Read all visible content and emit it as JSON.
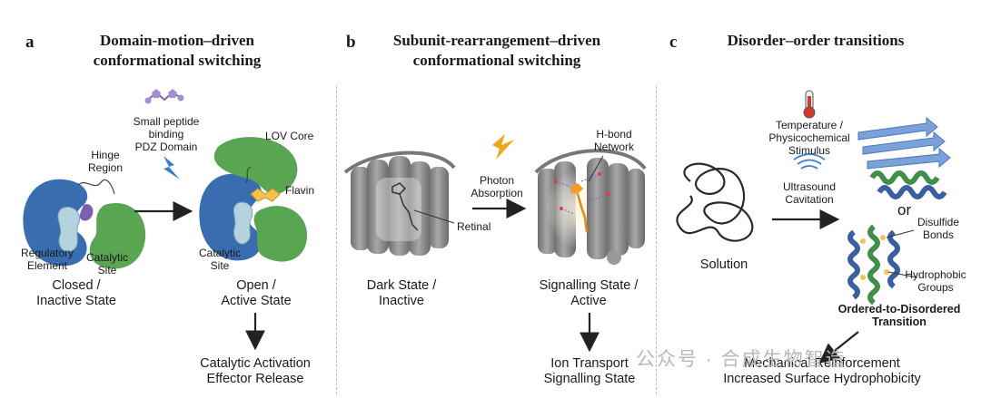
{
  "panels": {
    "a": {
      "letter": "a",
      "title_line1": "Domain-motion–driven",
      "title_line2": "conformational switching",
      "small_peptide": "Small peptide",
      "binding": "binding",
      "pdz": "PDZ Domain",
      "hinge1": "Hinge",
      "hinge2": "Region",
      "lov": "LOV Core",
      "flavin": "Flavin",
      "regulatory1": "Regulatory",
      "regulatory2": "Element",
      "catalytic_left1": "Catalytic",
      "catalytic_left2": "Site",
      "catalytic_right1": "Catalytic",
      "catalytic_right2": "Site",
      "closed1": "Closed /",
      "closed2": "Inactive State",
      "open1": "Open /",
      "open2": "Active State",
      "out1": "Catalytic Activation",
      "out2": "Effector Release"
    },
    "b": {
      "letter": "b",
      "title_line1": "Subunit-rearrangement–driven",
      "title_line2": "conformational switching",
      "photon1": "Photon",
      "photon2": "Absorption",
      "retinal": "Retinal",
      "hbond1": "H-bond",
      "hbond2": "Network",
      "dark1": "Dark State /",
      "dark2": "Inactive",
      "signal1": "Signalling State /",
      "signal2": "Active",
      "out1": "Ion Transport",
      "out2": "Signalling State"
    },
    "c": {
      "letter": "c",
      "title": "Disorder–order transitions",
      "temp1": "Temperature /",
      "temp2": "Physicochemical",
      "temp3": "Stimulus",
      "ultra1": "Ultrasound",
      "ultra2": "Cavitation",
      "or": "or",
      "solution": "Solution",
      "disulfide1": "Disulfide",
      "disulfide2": "Bonds",
      "hydro1": "Hydrophobic",
      "hydro2": "Groups",
      "transition1": "Ordered-to-Disordered",
      "transition2": "Transition",
      "out1": "Mechanical Reinforcement",
      "out2": "Increased Surface Hydrophobicity"
    }
  },
  "watermark": "公众号 · 合成生物智造",
  "colors": {
    "blue_domain": "#3a6db0",
    "green_domain": "#5aa552",
    "light_blue": "#a9c9d8",
    "purple": "#7b5fb3",
    "helix_gray": "#8c8c8c",
    "orange": "#f29b26",
    "red_thermo": "#d0392b"
  },
  "icons": [
    "peptide-icon",
    "lightning-icon",
    "thermometer-icon",
    "ultrasound-icon",
    "arrow-icon"
  ]
}
